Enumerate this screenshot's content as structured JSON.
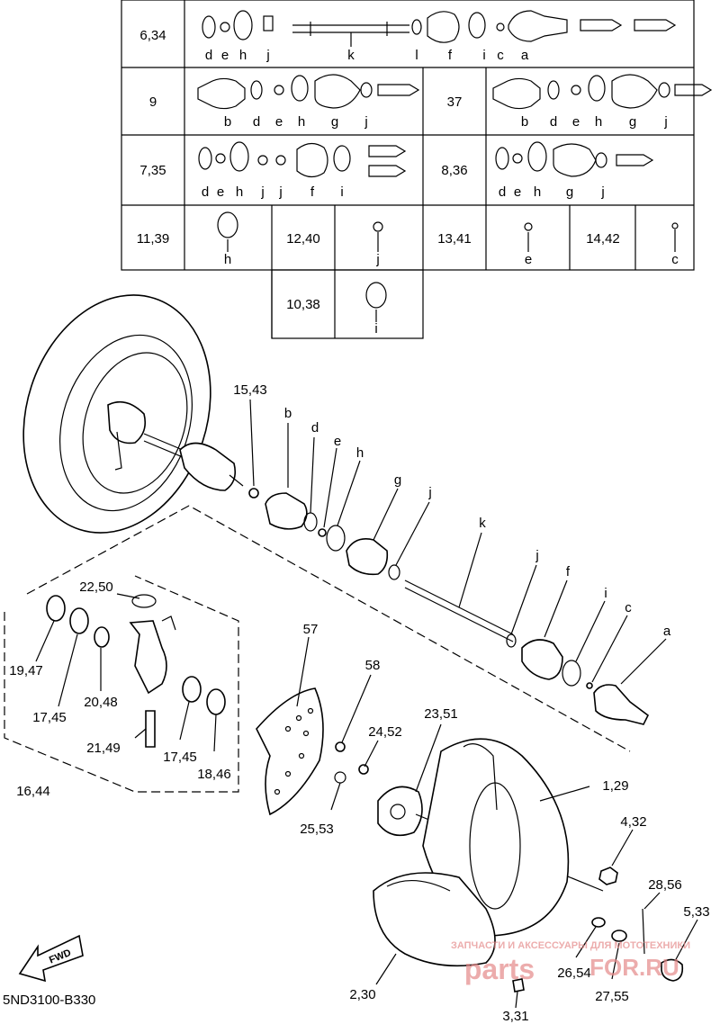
{
  "diagram_code": "5ND3100-B330",
  "fwd_label": "FWD",
  "watermark": {
    "tagline": "ЗАПЧАСТИ И АКСЕССУАРЫ ДЛЯ МОТОТЕХНИКИ",
    "brand_left": "parts",
    "brand_right": "FOR.RU"
  },
  "kit_table": [
    {
      "ref": "6,34",
      "letters": [
        "d",
        "e",
        "h",
        "j",
        "k",
        "l",
        "f",
        "i",
        "c",
        "a"
      ]
    },
    {
      "ref": "9",
      "letters": [
        "b",
        "d",
        "e",
        "h",
        "g",
        "j"
      ]
    },
    {
      "ref": "37",
      "letters": [
        "b",
        "d",
        "e",
        "h",
        "g",
        "j"
      ]
    },
    {
      "ref": "7,35",
      "letters": [
        "d",
        "e",
        "h",
        "j",
        "j",
        "f",
        "i"
      ]
    },
    {
      "ref": "8,36",
      "letters": [
        "d",
        "e",
        "h",
        "g",
        "j"
      ]
    },
    {
      "ref": "11,39",
      "letters": [
        "h"
      ]
    },
    {
      "ref": "12,40",
      "letters": [
        "j"
      ]
    },
    {
      "ref": "13,41",
      "letters": [
        "e"
      ]
    },
    {
      "ref": "14,42",
      "letters": [
        "c"
      ]
    },
    {
      "ref": "10,38",
      "letters": [
        "i"
      ]
    }
  ],
  "callouts": {
    "p15_43": "15,43",
    "b": "b",
    "d": "d",
    "e": "e",
    "h": "h",
    "g": "g",
    "j1": "j",
    "k": "k",
    "j2": "j",
    "f": "f",
    "i": "i",
    "c": "c",
    "a": "a",
    "p22_50": "22,50",
    "p19_47": "19,47",
    "p17_45a": "17,45",
    "p20_48": "20,48",
    "p21_49": "21,49",
    "p17_45b": "17,45",
    "p18_46": "18,46",
    "p16_44": "16,44",
    "p57": "57",
    "p58": "58",
    "p24_52": "24,52",
    "p23_51": "23,51",
    "p25_53": "25,53",
    "p1_29": "1,29",
    "p4_32": "4,32",
    "p28_56": "28,56",
    "p5_33": "5,33",
    "p26_54": "26,54",
    "p27_55": "27,55",
    "p2_30": "2,30",
    "p3_31": "3,31"
  }
}
